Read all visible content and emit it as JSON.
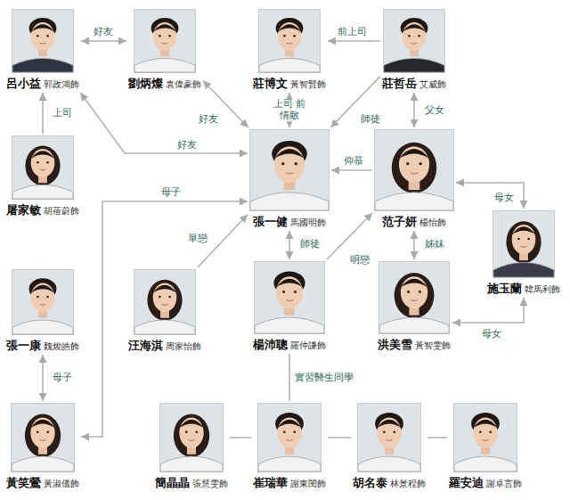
{
  "diagram": {
    "nodes": [
      {
        "text": [
          "呂小益",
          "郭政鴻飾"
        ]
      },
      {
        "text": [
          "劉炳燦",
          "袁偉豪飾"
        ]
      },
      {
        "text": [
          "莊博文",
          "黃智賢飾"
        ]
      },
      {
        "text": [
          "莊哲岳",
          "艾威飾"
        ]
      },
      {
        "text": [
          "屠家敏",
          "胡蓓蔚飾"
        ]
      },
      {
        "text": [
          "張一健",
          "馬國明飾"
        ]
      },
      {
        "text": [
          "范子妍",
          "楊怡飾"
        ]
      },
      {
        "text": [
          "施玉蘭",
          "韓馬利飾"
        ]
      },
      {
        "text": [
          "張一康",
          "魏焌皓飾"
        ]
      },
      {
        "text": [
          "汪海淇",
          "周家怡飾"
        ]
      },
      {
        "text": [
          "楊沛聰",
          "羅仲謙飾"
        ]
      },
      {
        "text": [
          "洪美雪",
          "黃智雯飾"
        ]
      },
      {
        "text": [
          "黃笑鶯",
          "黃淑儀飾"
        ]
      },
      {
        "text": [
          "簡晶晶",
          "張慧雯飾"
        ]
      },
      {
        "text": [
          "崔瑞華",
          "謝東閔飾"
        ]
      },
      {
        "text": [
          "胡名泰",
          "林景程飾"
        ]
      },
      {
        "text": [
          "羅安迪",
          "謝卓言飾"
        ]
      }
    ],
    "edges": [
      {
        "from": 0,
        "to": 1,
        "label": "好友",
        "arrow": "both"
      },
      {
        "from": 3,
        "to": 2,
        "label": "前上司",
        "arrow": "to"
      },
      {
        "from": 4,
        "to": 0,
        "label": "上司",
        "arrow": "to"
      },
      {
        "from": 1,
        "to": 5,
        "label": "好友",
        "arrow": "both"
      },
      {
        "from": 2,
        "to": 5,
        "label": "上司 前情敵",
        "arrow": "both"
      },
      {
        "from": 3,
        "to": 5,
        "label": "師徒",
        "arrow": "to"
      },
      {
        "from": 3,
        "to": 6,
        "label": "父女",
        "arrow": "both"
      },
      {
        "from": 0,
        "to": 5,
        "label": "好友",
        "arrow": "both"
      },
      {
        "from": 6,
        "to": 5,
        "label": "仰慕",
        "arrow": "to"
      },
      {
        "from": 7,
        "to": 6,
        "label": "母女",
        "arrow": "both"
      },
      {
        "from": 12,
        "to": 5,
        "label": "母子",
        "arrow": "both"
      },
      {
        "from": 9,
        "to": 5,
        "label": "單戀",
        "arrow": "to"
      },
      {
        "from": 5,
        "to": 10,
        "label": "師徒",
        "arrow": "both"
      },
      {
        "from": 10,
        "to": 6,
        "label": "明戀",
        "arrow": "to"
      },
      {
        "from": 6,
        "to": 11,
        "label": "姊妹",
        "arrow": "both"
      },
      {
        "from": 7,
        "to": 11,
        "label": "母女",
        "arrow": "both"
      },
      {
        "from": 8,
        "to": 12,
        "label": "母子",
        "arrow": "both"
      },
      {
        "from": 10,
        "to": 14,
        "label": "實習醫生同學",
        "arrow": "none"
      },
      {
        "from": 13,
        "to": 14,
        "arrow": "none"
      },
      {
        "from": 14,
        "to": 15,
        "arrow": "none"
      },
      {
        "from": 15,
        "to": 16,
        "arrow": "none"
      }
    ]
  }
}
